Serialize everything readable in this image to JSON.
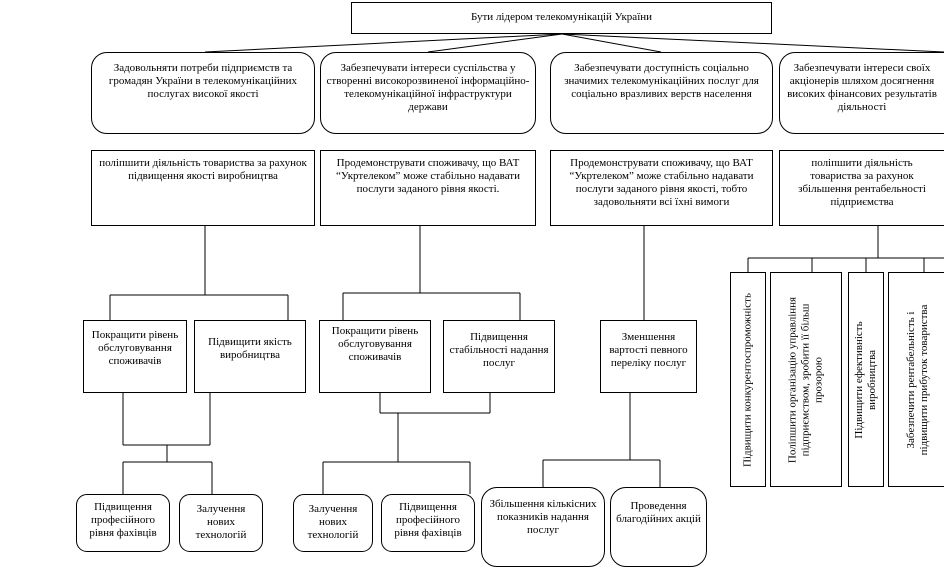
{
  "root": "Бути лідером телекомунікацій України",
  "goals": [
    "Задовольняти потреби підприємств та громадян України в телекомунікаційних послугах високої якості",
    "Забезпечувати інтереси суспільства у створенні високорозвиненої інформаційно-телекомунікаційної інфраструктури держави",
    "Забезпечувати доступність соціально значимих телекомунікаційних послуг для соціально вразливих верств населення",
    "Забезпечувати інтереси своїх акціонерів шляхом досягнення високих фінансових результатів діяльності"
  ],
  "subgoals": [
    "поліпшити діяльність товариства за рахунок підвищення якості виробництва",
    "Продемонструвати споживачу, що ВАТ “Укртелеком” може стабільно надавати послуги заданого рівня якості.",
    "Продемонструвати споживачу, що ВАТ “Укртелеком” може стабільно надавати послуги заданого рівня якості, тобто задовольняти всі їхні вимоги",
    "поліпшити діяльність товариства за рахунок збільшення рентабельності підприємства"
  ],
  "tasks": {
    "branch1": [
      "Покращити рівень обслуговування споживачів",
      "Підвищити якість виробництва"
    ],
    "branch2": [
      "Покращити рівень обслуговування споживачів",
      "Підвищення стабільності надання послуг"
    ],
    "branch3": [
      "Зменшення вартості певного переліку послуг"
    ],
    "branch4": [
      "Підвищити конкурентоспроможність",
      "Поліпшити організацію управління підприємством, зробити її більш прозорою",
      "Підвищити ефективність виробництва",
      "Забезпечити рентабельність і підвищити прибуток товариства"
    ]
  },
  "actions": {
    "branch1": [
      "Підвищення професійного рівня фахівців",
      "Залучення нових технологій"
    ],
    "branch2": [
      "Залучення нових технологій",
      "Підвищення професійного рівня фахівців"
    ],
    "branch3": [
      "Збільшення кількісних показників надання послуг",
      "Проведення благодійних акцій"
    ]
  }
}
